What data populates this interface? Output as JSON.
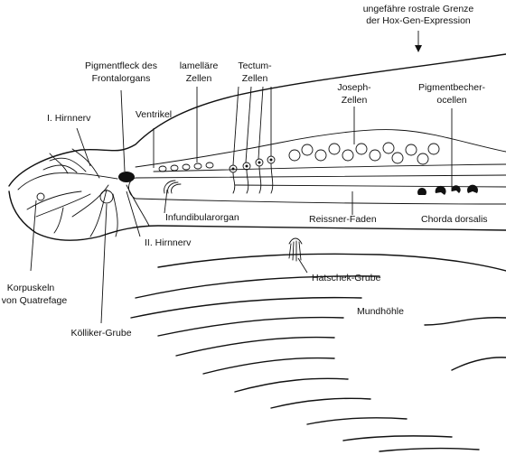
{
  "labels": {
    "hox_boundary": [
      "ungefähre rostrale Grenze",
      "der Hox-Gen-Expression"
    ],
    "pigmentfleck": [
      "Pigmentfleck des",
      "Frontalorgans"
    ],
    "lamellaere": [
      "lamelläre",
      "Zellen"
    ],
    "tectum": [
      "Tectum-",
      "Zellen"
    ],
    "ventrikel": "Ventrikel",
    "hirnnerv_1": "I. Hirnnerv",
    "joseph": [
      "Joseph-",
      "Zellen"
    ],
    "pigmentbecher": [
      "Pigmentbecher-",
      "ocellen"
    ],
    "infundibularorgan": "Infundibularorgan",
    "reissner": "Reissner-Faden",
    "chorda": "Chorda dorsalis",
    "hirnnerv_2": "II. Hirnnerv",
    "hatschek": "Hatschek-Grube",
    "korpuskeln": [
      "Korpuskeln",
      "von Quatrefage"
    ],
    "mundhoehle": "Mundhöhle",
    "koelliker": "Kölliker-Grube"
  }
}
